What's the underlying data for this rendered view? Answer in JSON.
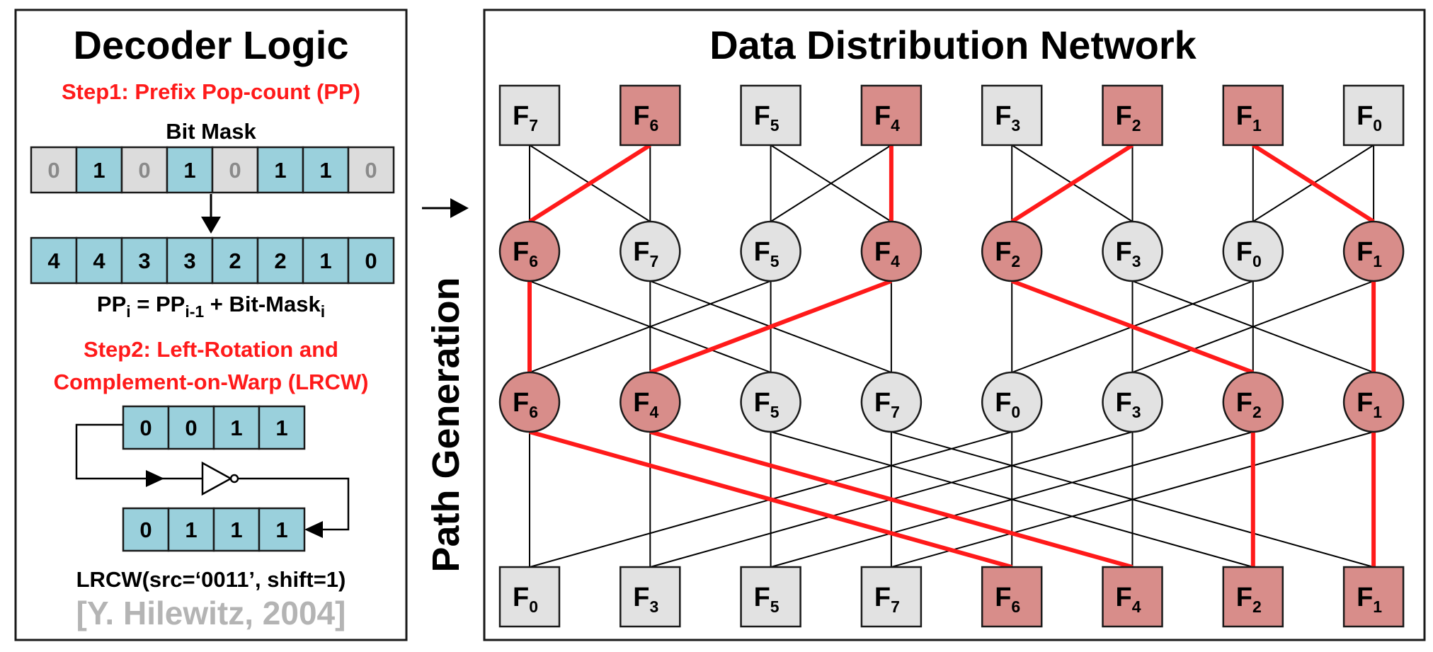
{
  "decoder": {
    "title": "Decoder Logic",
    "step1": "Step1: Prefix Pop-count (PP)",
    "bitmask_label": "Bit Mask",
    "bitmask": [
      "0",
      "1",
      "0",
      "1",
      "0",
      "1",
      "1",
      "0"
    ],
    "prefix": [
      "4",
      "4",
      "3",
      "3",
      "2",
      "2",
      "1",
      "0"
    ],
    "formula": {
      "pp": "PP",
      "i": "i",
      "eq": " = PP",
      "im1": "i-1",
      "plus": " + Bit-Mask",
      "i2": "i"
    },
    "step2_line1": "Step2: Left-Rotation and",
    "step2_line2": "Complement-on-Warp (LRCW)",
    "lrcw_src": [
      "0",
      "0",
      "1",
      "1"
    ],
    "lrcw_out": [
      "0",
      "1",
      "1",
      "1"
    ],
    "lrcw_caption": "LRCW(src=‘0011’, shift=1)",
    "citation": "[Y. Hilewitz, 2004]"
  },
  "path_generation_label": "Path Generation",
  "network": {
    "title": "Data Distribution Network",
    "letter": "F",
    "stages": [
      [
        {
          "sub": "7",
          "red": false
        },
        {
          "sub": "6",
          "red": true
        },
        {
          "sub": "5",
          "red": false
        },
        {
          "sub": "4",
          "red": true
        },
        {
          "sub": "3",
          "red": false
        },
        {
          "sub": "2",
          "red": true
        },
        {
          "sub": "1",
          "red": true
        },
        {
          "sub": "0",
          "red": false
        }
      ],
      [
        {
          "sub": "6",
          "red": true
        },
        {
          "sub": "7",
          "red": false
        },
        {
          "sub": "5",
          "red": false
        },
        {
          "sub": "4",
          "red": true
        },
        {
          "sub": "2",
          "red": true
        },
        {
          "sub": "3",
          "red": false
        },
        {
          "sub": "0",
          "red": false
        },
        {
          "sub": "1",
          "red": true
        }
      ],
      [
        {
          "sub": "6",
          "red": true
        },
        {
          "sub": "4",
          "red": true
        },
        {
          "sub": "5",
          "red": false
        },
        {
          "sub": "7",
          "red": false
        },
        {
          "sub": "0",
          "red": false
        },
        {
          "sub": "3",
          "red": false
        },
        {
          "sub": "2",
          "red": true
        },
        {
          "sub": "1",
          "red": true
        }
      ],
      [
        {
          "sub": "0",
          "red": false
        },
        {
          "sub": "3",
          "red": false
        },
        {
          "sub": "5",
          "red": false
        },
        {
          "sub": "7",
          "red": false
        },
        {
          "sub": "6",
          "red": true
        },
        {
          "sub": "4",
          "red": true
        },
        {
          "sub": "2",
          "red": true
        },
        {
          "sub": "1",
          "red": true
        }
      ]
    ],
    "colors": {
      "red_node": "#d88d8a",
      "gray_node": "#e2e2e2",
      "active_path": "#ff1a1a",
      "cell": "#9ad0dc"
    }
  }
}
